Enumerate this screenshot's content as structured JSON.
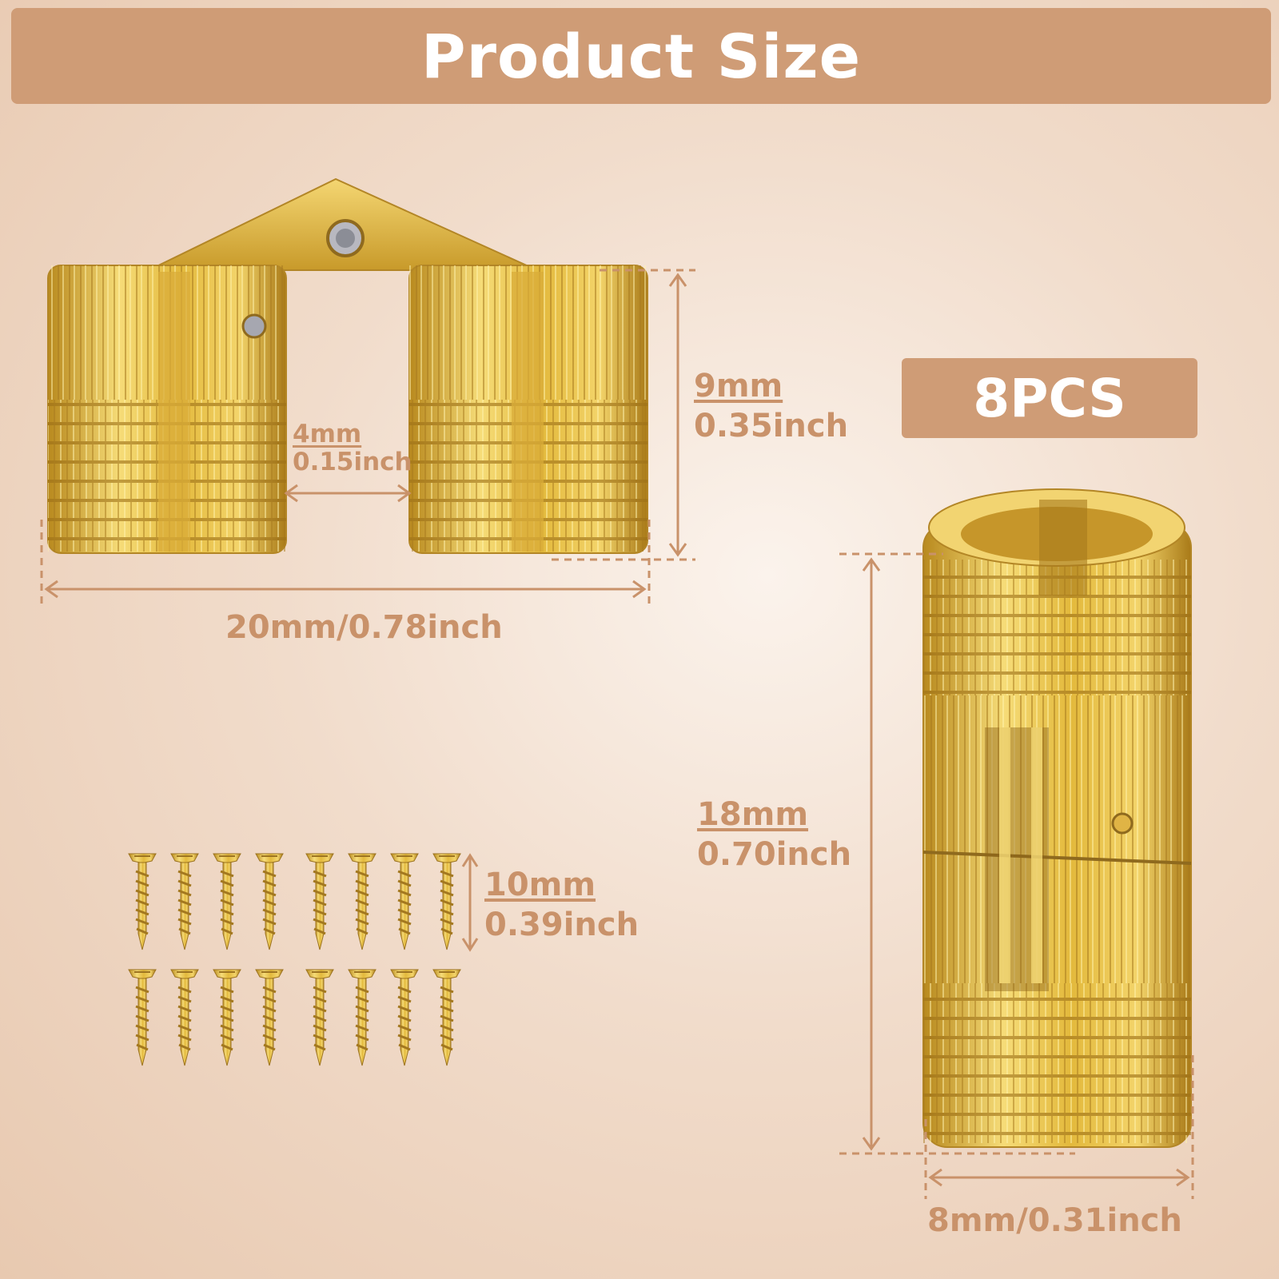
{
  "header": {
    "title": "Product Size"
  },
  "badge": {
    "quantity": "8PCS"
  },
  "dimensions": {
    "hinge_height": {
      "metric": "9mm",
      "imperial": "0.35inch"
    },
    "hinge_gap": {
      "metric": "4mm",
      "imperial": "0.15inch"
    },
    "hinge_width": {
      "label": "20mm/0.78inch"
    },
    "screw_length": {
      "metric": "10mm",
      "imperial": "0.39inch"
    },
    "barrel_length": {
      "metric": "18mm",
      "imperial": "0.70inch"
    },
    "barrel_diameter": {
      "label": "8mm/0.31inch"
    }
  },
  "colors": {
    "accent": "#cf9c76",
    "dimension_text": "#c9926a",
    "brass": "#e8c24a"
  },
  "icons": [
    "open-hinge-image",
    "closed-barrel-hinge-image",
    "screw-icon"
  ]
}
